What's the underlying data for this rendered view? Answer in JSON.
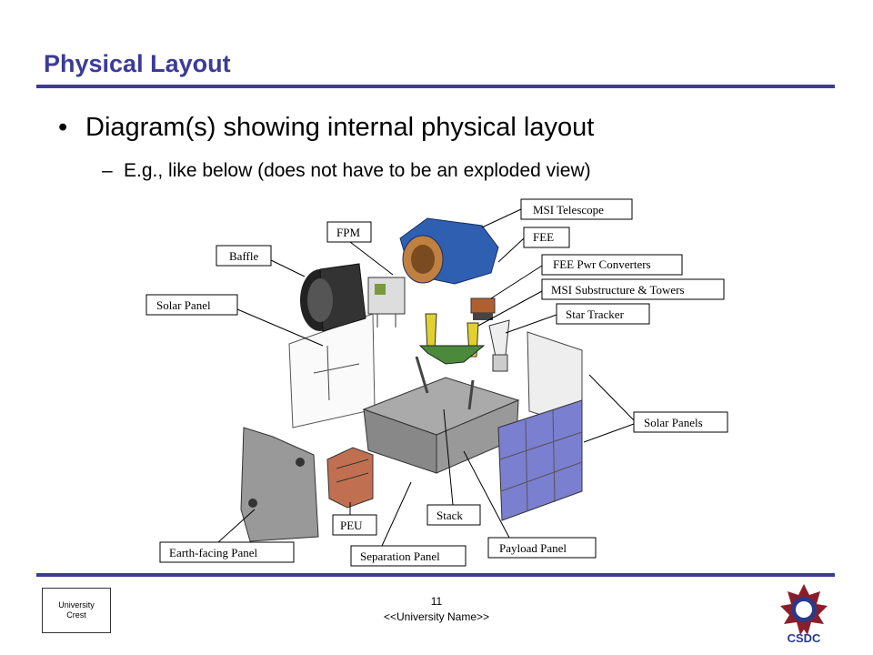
{
  "slide": {
    "title": "Physical Layout",
    "bullet": "Diagram(s) showing internal physical layout",
    "sub_bullet": "E.g., like below (does not have to be an exploded view)",
    "page_number": "11",
    "university_name": "<<University Name>>",
    "crest_line1": "University",
    "crest_line2": "Crest"
  },
  "diagram": {
    "labels": {
      "msi_telescope": "MSI Telescope",
      "fpm": "FPM",
      "fee": "FEE",
      "baffle": "Baffle",
      "fee_pwr": "FEE Pwr Converters",
      "msi_sub": "MSI Substructure & Towers",
      "solar_panel": "Solar Panel",
      "star_tracker": "Star Tracker",
      "solar_panels": "Solar Panels",
      "stack": "Stack",
      "peu": "PEU",
      "payload_panel": "Payload Panel",
      "earth_panel": "Earth-facing Panel",
      "separation_panel": "Separation Panel"
    }
  },
  "logo": {
    "text": "CSDC"
  },
  "colors": {
    "accent": "#3c3c96",
    "telescope": "#2f5fb0",
    "solar_cells": "#7a7fd0"
  }
}
